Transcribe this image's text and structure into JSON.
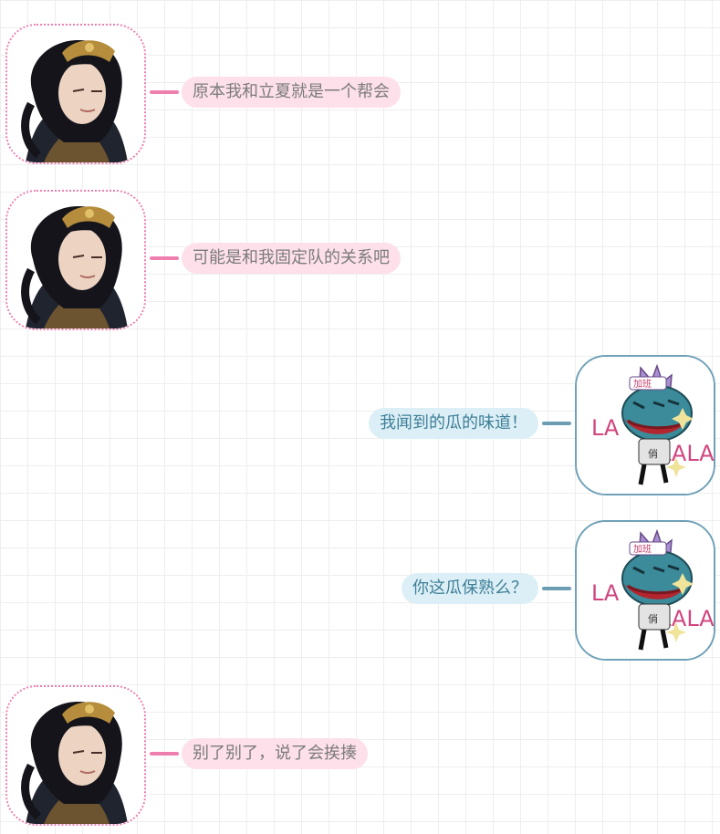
{
  "colors": {
    "left_bubble_bg": "#fde0ea",
    "left_border": "#ec7fb0",
    "right_bubble_bg": "#dceff6",
    "right_border": "#6fa1b8"
  },
  "icons": {
    "left_avatar": "warrior-portrait-avatar",
    "right_avatar": "frog-cartoon-avatar"
  },
  "right_avatar_text": {
    "badge": "加班",
    "shirt": "俏",
    "lala_left": "LA",
    "lala_right": "LALA"
  },
  "messages": [
    {
      "side": "left",
      "text": "原本我和立夏就是一个帮会"
    },
    {
      "side": "left",
      "text": "可能是和我固定队的关系吧"
    },
    {
      "side": "right",
      "text": "我闻到的瓜的味道！"
    },
    {
      "side": "right",
      "text": "你这瓜保熟么？"
    },
    {
      "side": "left",
      "text": "别了别了，说了会挨揍"
    }
  ]
}
